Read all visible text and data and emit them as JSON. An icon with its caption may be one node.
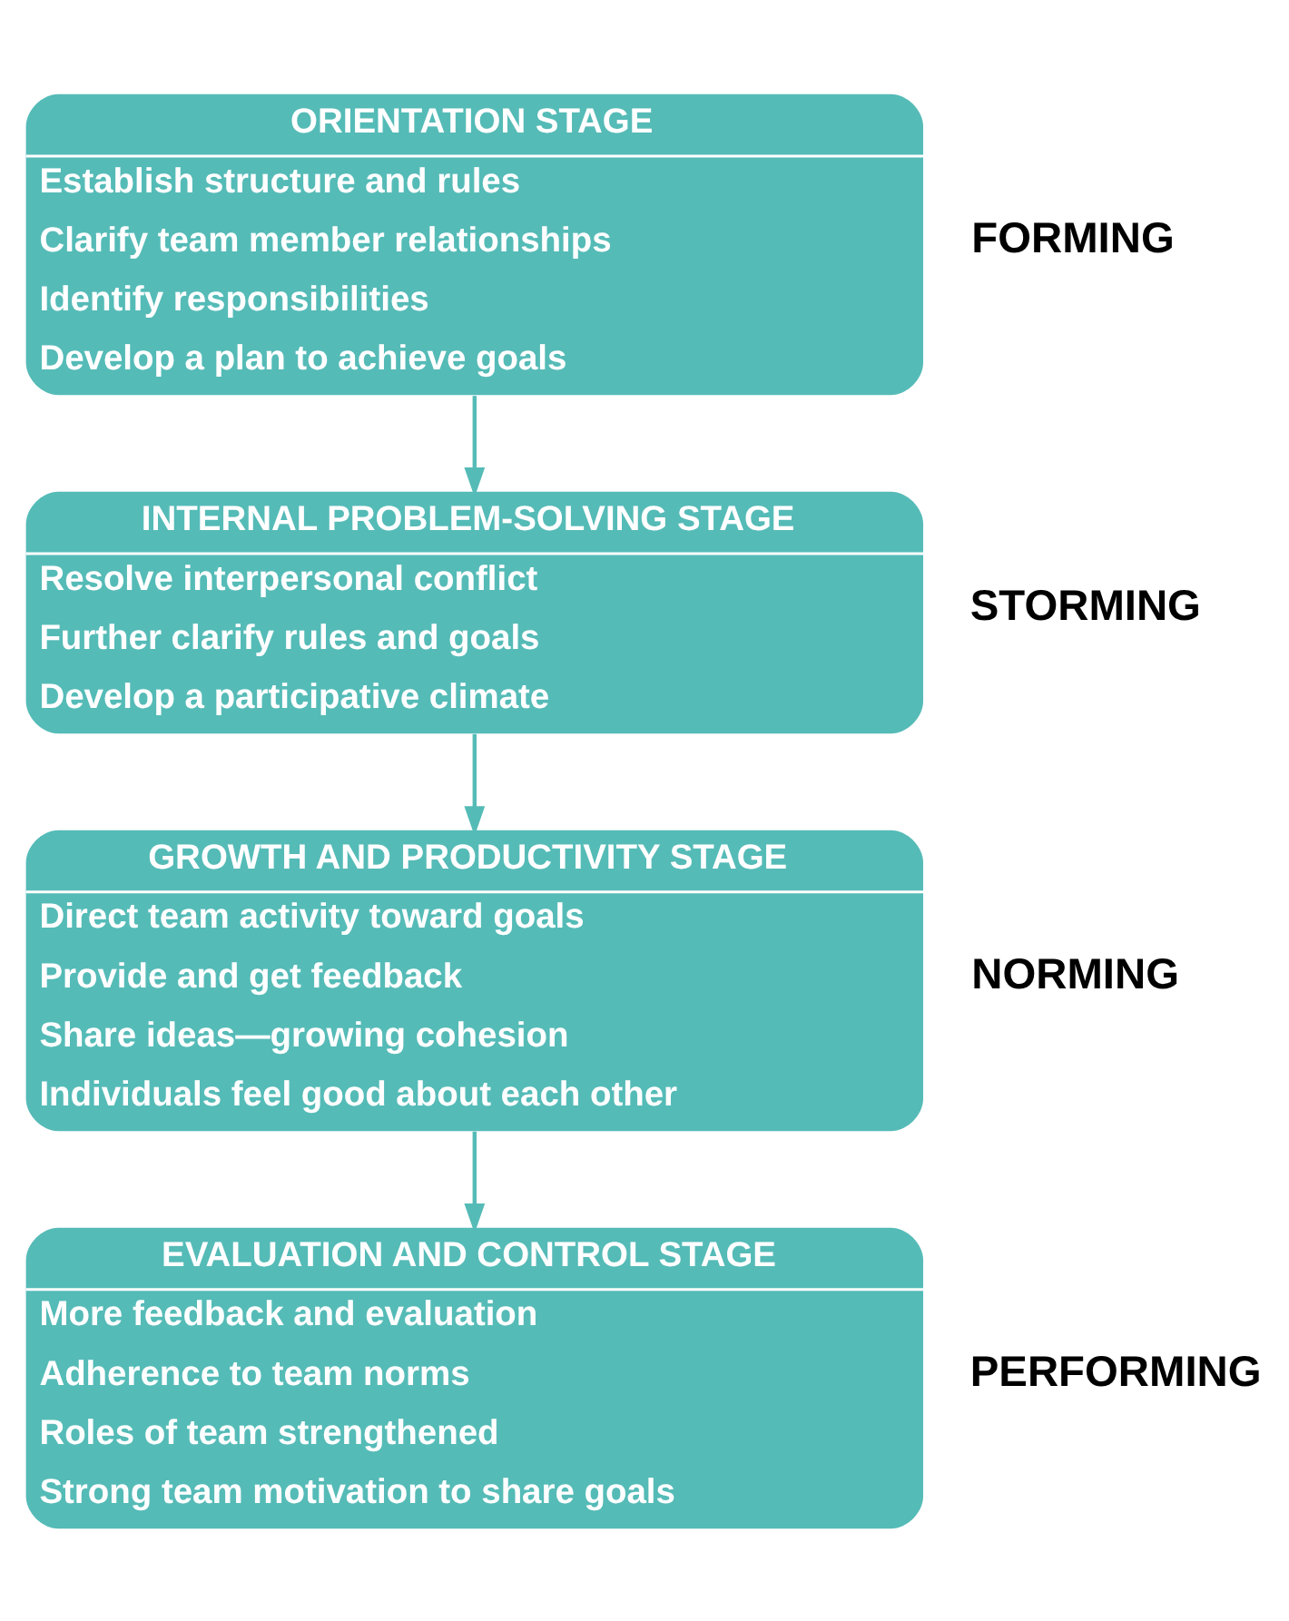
{
  "diagram": {
    "nodes": [
      {
        "text": [
          "ORIENTATION STAGE",
          "Establish structure and rules",
          "Clarify team member relationships",
          "Identify responsibilities",
          "Develop a plan to achieve goals"
        ],
        "beside": [
          "FORMING"
        ]
      },
      {
        "text": [
          "INTERNAL PROBLEM-SOLVING STAGE",
          "Resolve interpersonal conflict",
          "Further clarify rules and goals",
          "Develop a participative climate"
        ],
        "beside": [
          "STORMING"
        ]
      },
      {
        "text": [
          "GROWTH AND PRODUCTIVITY STAGE",
          "Direct team activity toward goals",
          "Provide and get feedback",
          "Share ideas—growing cohesion",
          "Individuals feel good about each other"
        ],
        "beside": [
          "NORMING"
        ]
      },
      {
        "text": [
          "EVALUATION AND CONTROL STAGE",
          "More feedback and evaluation",
          "Adherence to team norms",
          "Roles of team strengthened",
          "Strong team motivation to share goals"
        ],
        "beside": [
          "PERFORMING"
        ]
      }
    ],
    "edges": [
      {
        "from": 0,
        "to": 1,
        "arrow": "to"
      },
      {
        "from": 1,
        "to": 2,
        "arrow": "to"
      },
      {
        "from": 2,
        "to": 3,
        "arrow": "to"
      }
    ]
  }
}
